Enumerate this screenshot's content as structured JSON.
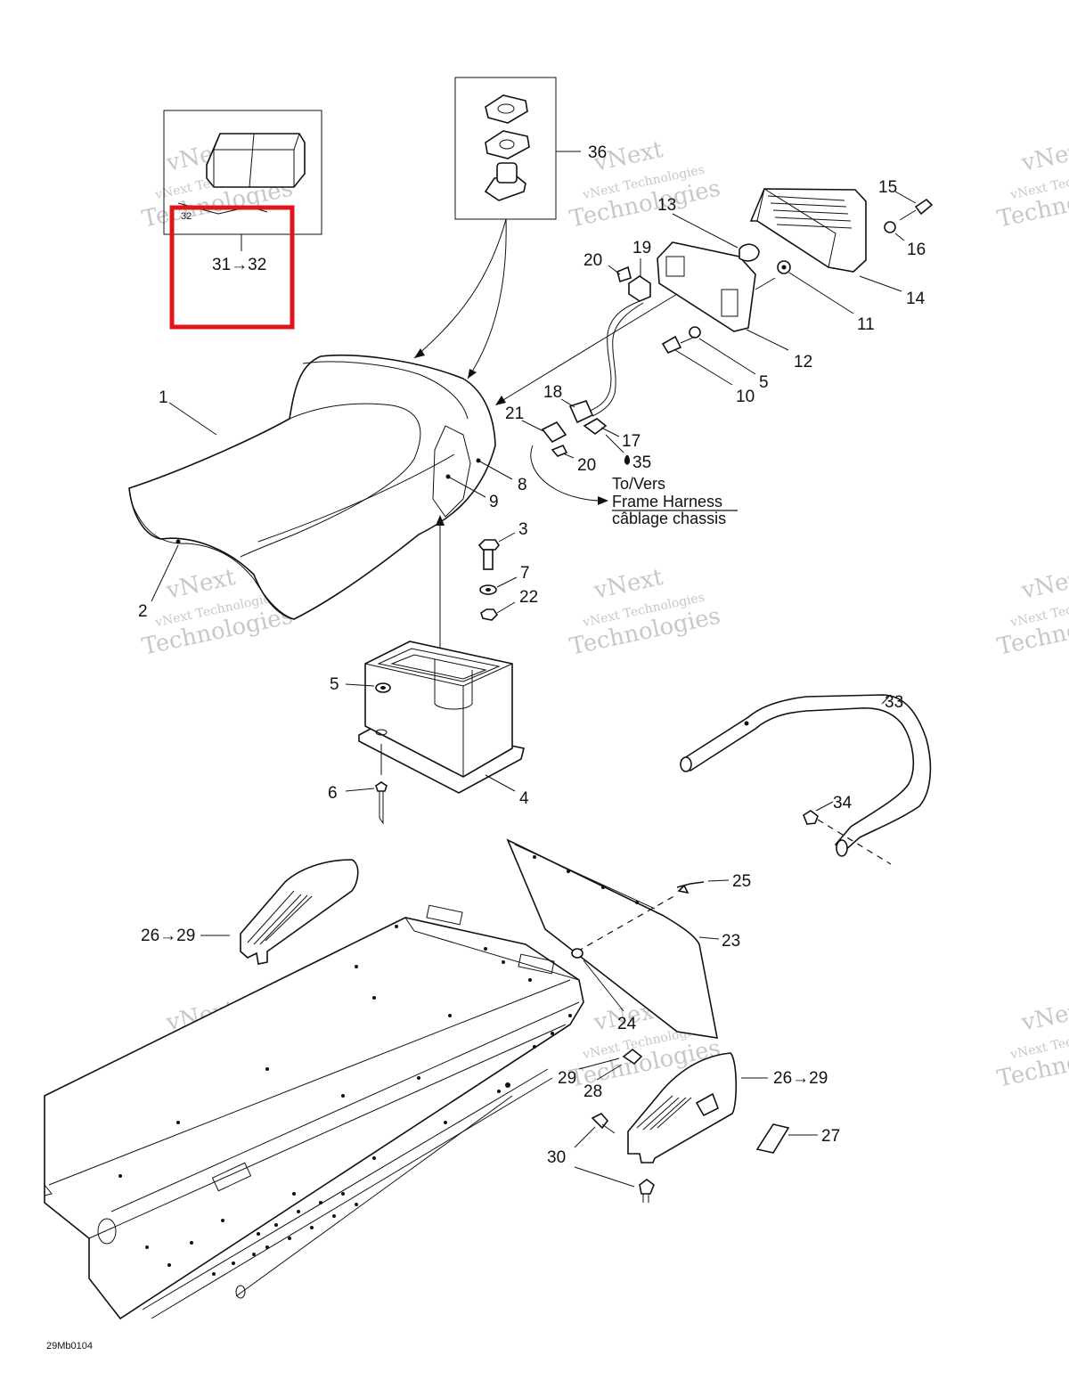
{
  "diagram_code": "29Mb0104",
  "note": {
    "line1": "To/Vers",
    "line2": "Frame Harness",
    "line3": "câblage chassis"
  },
  "inset_bumper_label": "31→32",
  "inset_small_label": "32",
  "watermark": {
    "line1": "vNext",
    "line2": "vNext Technologies",
    "line3": "Technologies"
  },
  "highlight_color": "#e0141b",
  "callouts": {
    "c1": "1",
    "c2": "2",
    "c3": "3",
    "c4": "4",
    "c5a": "5",
    "c5b": "5",
    "c6": "6",
    "c7": "7",
    "c8": "8",
    "c9": "9",
    "c10": "10",
    "c11": "11",
    "c12": "12",
    "c13": "13",
    "c14": "14",
    "c15": "15",
    "c16": "16",
    "c17": "17",
    "c18": "18",
    "c19": "19",
    "c20a": "20",
    "c20b": "20",
    "c21": "21",
    "c22": "22",
    "c23": "23",
    "c24": "24",
    "c25": "25",
    "c26a": "26→29",
    "c26b": "26→29",
    "c27": "27",
    "c28": "28",
    "c29": "29",
    "c30": "30",
    "c33": "33",
    "c34": "34",
    "c35": "35",
    "c36": "36"
  }
}
